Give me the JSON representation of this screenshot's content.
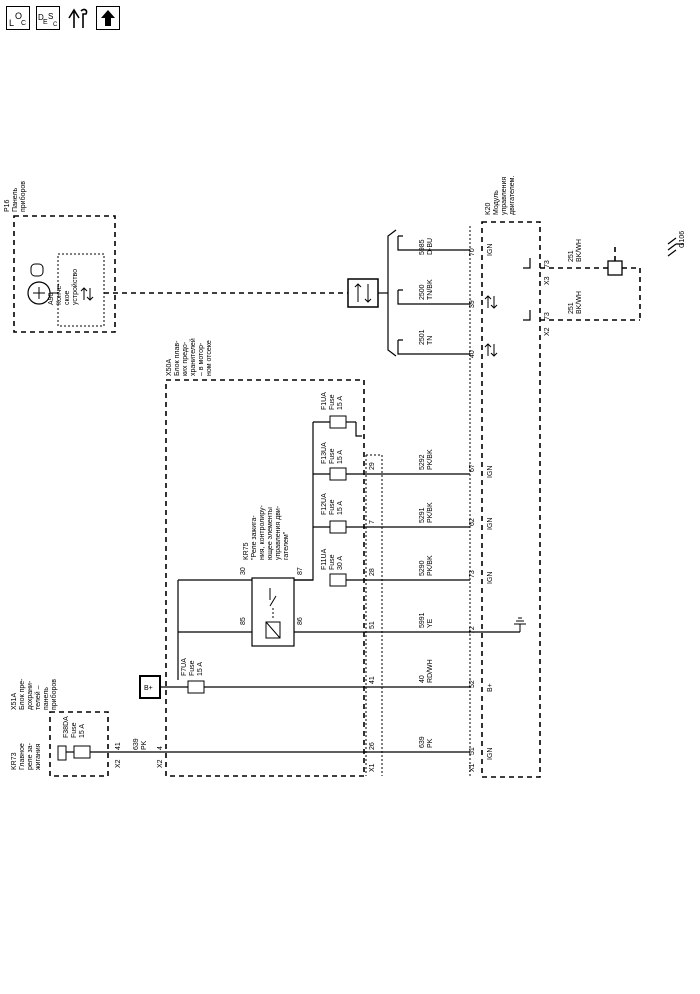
{
  "toolbar": {
    "btn1": {
      "a": "L",
      "b": "O",
      "c": "C"
    },
    "btn2": {
      "a": "D",
      "b": "E",
      "c": "S",
      "d": "C"
    }
  },
  "blocks": {
    "p16": [
      "P16",
      "Панель",
      "приборов"
    ],
    "a90": [
      "A90",
      "Конче-",
      "ское",
      "устройство"
    ],
    "k20": [
      "K20",
      "Модуль",
      "управления",
      "двигателем."
    ],
    "x50a": [
      "X50A",
      "Блок плав-",
      "ких предо-",
      "хранителей",
      "– в мотор-",
      "ном отсеке"
    ],
    "x51a": [
      "X51A",
      "Блок пре-",
      "дохрани-",
      "телей –",
      "панель",
      "приборов"
    ],
    "kr73": [
      "KR73",
      "Главное",
      "реле за-",
      "жигания"
    ],
    "kr75": [
      "KR75",
      "\"Реле зажига-",
      "ния, контролиру-",
      "ющее элементы",
      "управления дви-",
      "гателем\""
    ]
  },
  "fuses": [
    [
      "F1UA",
      "Fuse",
      "15 A"
    ],
    [
      "F13UA",
      "Fuse",
      "15 A"
    ],
    [
      "F12UA",
      "Fuse",
      "15 A"
    ],
    [
      "F11UA",
      "Fuse",
      "30 A"
    ],
    [
      "F7UA",
      "Fuse",
      "15 A"
    ],
    [
      "F38DA",
      "Fuse",
      "15 A"
    ]
  ],
  "wires": [
    [
      "5985",
      "D-BU"
    ],
    [
      "2500",
      "TN/BK"
    ],
    [
      "2501",
      "TN"
    ],
    [
      "5292",
      "PK/BK"
    ],
    [
      "5291",
      "PK/BK"
    ],
    [
      "5290",
      "PK/BK"
    ],
    [
      "5991",
      "YE"
    ],
    [
      "40",
      "RD/WH"
    ],
    [
      "639",
      "PK"
    ],
    [
      "639",
      "PK"
    ],
    [
      "251",
      "BK/WH"
    ],
    [
      "251",
      "BK/WH"
    ]
  ],
  "pins": {
    "k20": [
      "70",
      "39",
      "40",
      "67",
      "62",
      "73",
      "72",
      "52",
      "51"
    ],
    "k20_labels": [
      "IGN",
      "IGN",
      "IGN",
      "IGN",
      "B+",
      "IGN"
    ],
    "x1": [
      "29",
      "7",
      "28",
      "51",
      "41",
      "26"
    ],
    "relay": [
      "30",
      "87",
      "85",
      "86"
    ],
    "right_conn": [
      "73",
      "73"
    ],
    "x51a": [
      "41"
    ]
  },
  "connectors": [
    "X1",
    "X1",
    "X2",
    "X2",
    "X3",
    "X2"
  ],
  "misc": {
    "bplus": "B+",
    "num4": "4",
    "ground": "G106"
  }
}
